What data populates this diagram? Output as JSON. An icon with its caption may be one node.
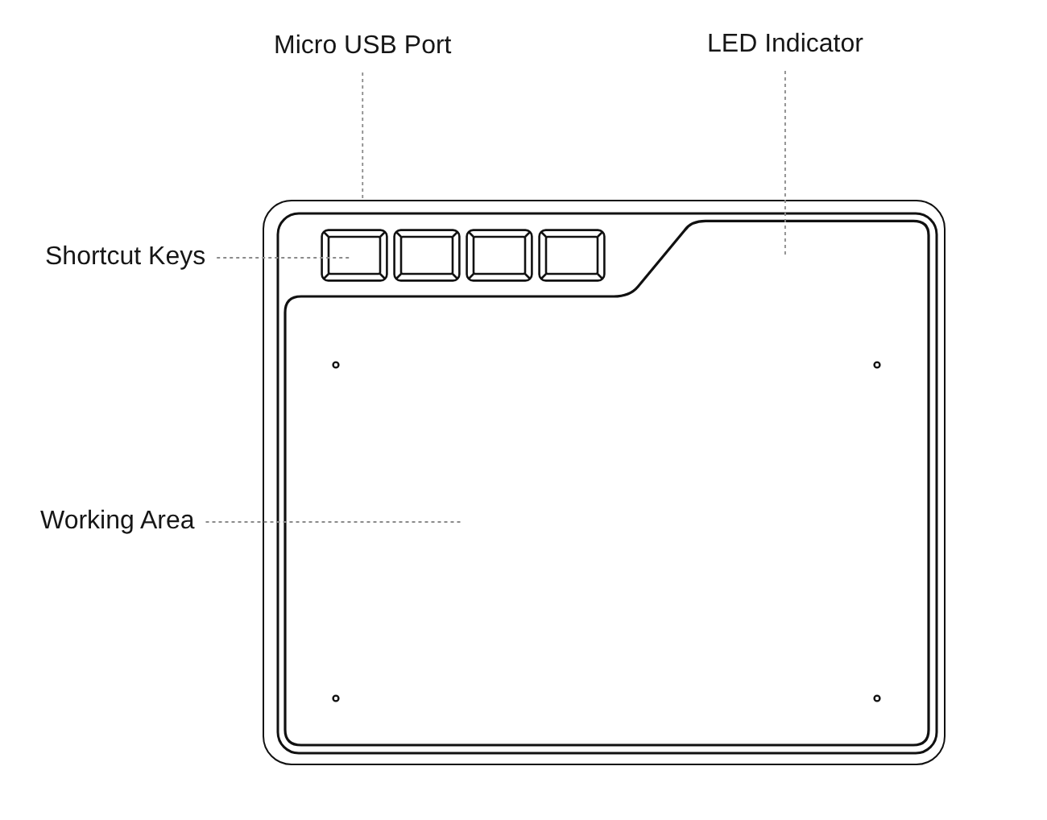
{
  "diagram": {
    "nodes": [
      {
        "text": [
          "Micro USB Port"
        ]
      },
      {
        "text": [
          "LED Indicator"
        ]
      },
      {
        "text": [
          "Shortcut Keys"
        ]
      },
      {
        "text": [
          "Working Area"
        ]
      },
      {
        "text": [],
        "shape": "box"
      },
      {
        "text": [],
        "shape": "box",
        "in": 4
      },
      {
        "text": [],
        "shape": "box",
        "in": 4
      }
    ],
    "edges": [
      {
        "from": 0,
        "to": 4,
        "arrow": "none",
        "style": "dashed"
      },
      {
        "from": 1,
        "to": 6,
        "arrow": "none",
        "style": "dashed"
      },
      {
        "from": 2,
        "to": 5,
        "arrow": "none",
        "style": "dashed"
      },
      {
        "from": 3,
        "to": 6,
        "arrow": "none",
        "style": "dashed"
      }
    ]
  }
}
